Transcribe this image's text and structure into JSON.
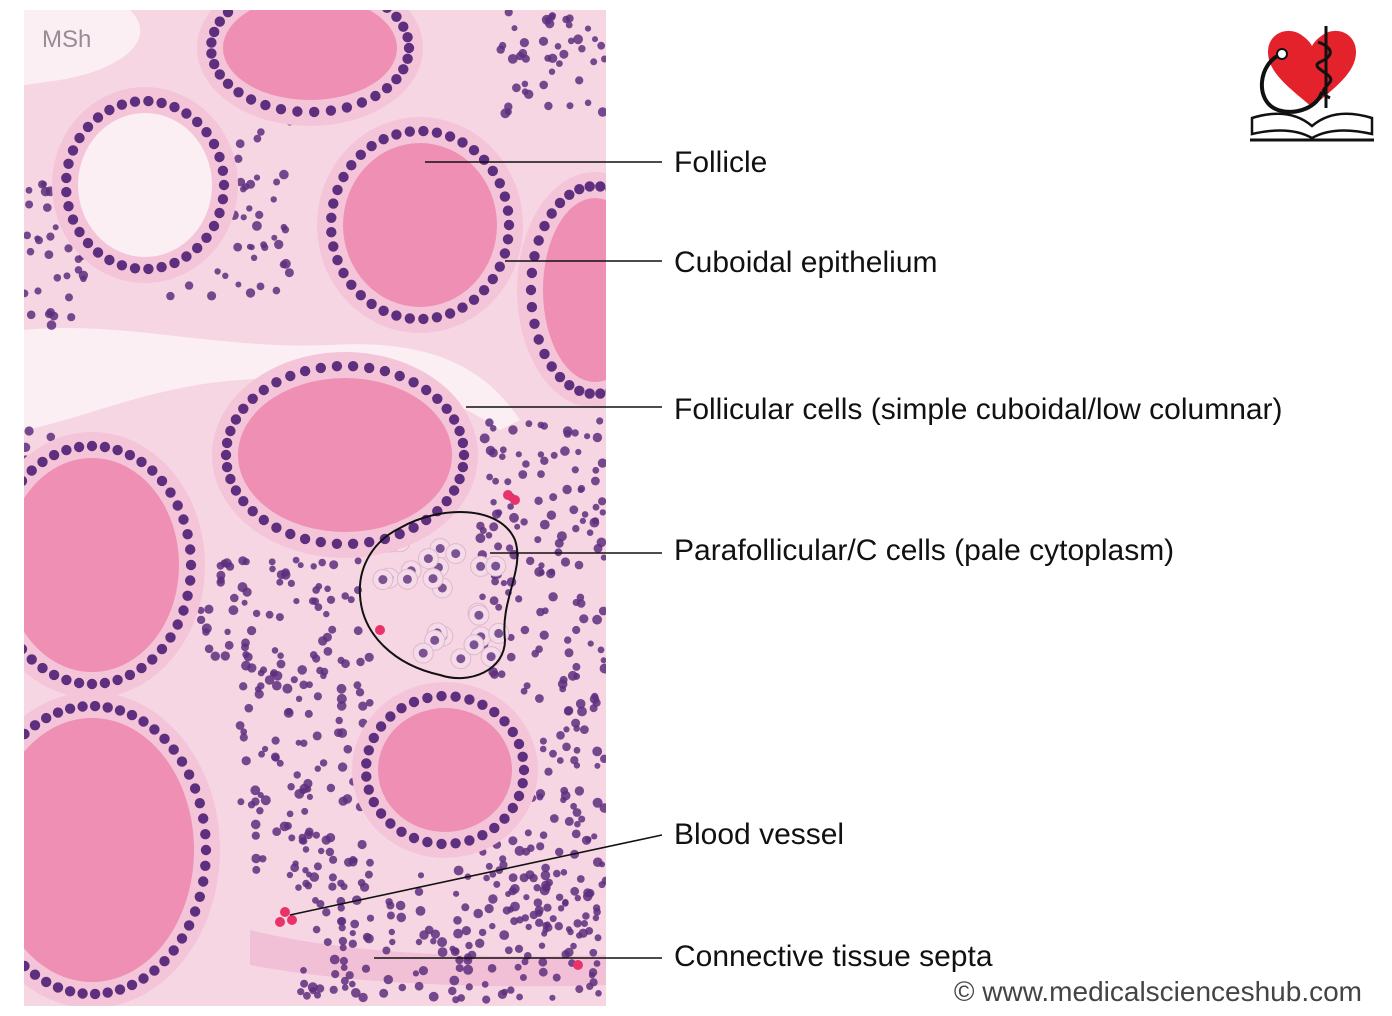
{
  "figure": {
    "watermark_tag": "MSh",
    "copyright": "© www.medicalscienceshub.com",
    "logo_name": "medicalscienceshub-logo",
    "colors": {
      "colloid": "#ef8fb3",
      "stroma": "#f4c5d9",
      "nucleus": "#5e2f7e",
      "background_tissue": "#f7d6e4",
      "pale_space": "#fbeff4",
      "rbc": "#e8336a",
      "heart_logo": "#e3222b"
    },
    "labels": [
      {
        "id": "follicle",
        "text": "Follicle"
      },
      {
        "id": "cuboidal-epithelium",
        "text": "Cuboidal epithelium"
      },
      {
        "id": "follicular-cells",
        "text": "Follicular cells (simple cuboidal/low columnar)"
      },
      {
        "id": "parafollicular-cells",
        "text": "Parafollicular/C cells (pale cytoplasm)"
      },
      {
        "id": "blood-vessel",
        "text": "Blood vessel"
      },
      {
        "id": "connective-tissue-septa",
        "text": "Connective tissue septa"
      }
    ]
  }
}
